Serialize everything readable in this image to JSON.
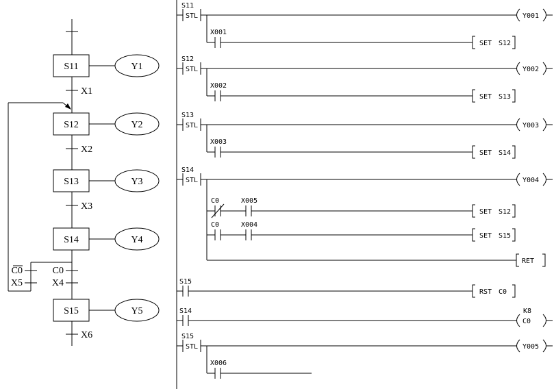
{
  "figure": {
    "background": "#ffffff",
    "line_color": "#000000"
  },
  "sfc": {
    "states": [
      "S11",
      "S12",
      "S13",
      "S14",
      "S15"
    ],
    "outputs": [
      "Y1",
      "Y2",
      "Y3",
      "Y4",
      "Y5"
    ],
    "transitions": [
      "X1",
      "X2",
      "X3",
      "X6"
    ],
    "branch_left": {
      "cond1": "C0",
      "cond1_negated": true,
      "cond2": "X5"
    },
    "branch_right": {
      "cond1": "C0",
      "cond2": "X4"
    }
  },
  "ladder": {
    "stl": "STL",
    "rungs": {
      "r1": {
        "step": "S11",
        "coil": "Y001",
        "contact": "X001",
        "op": "SET",
        "arg": "S12"
      },
      "r2": {
        "step": "S12",
        "coil": "Y002",
        "contact": "X002",
        "op": "SET",
        "arg": "S13"
      },
      "r3": {
        "step": "S13",
        "coil": "Y003",
        "contact": "X003",
        "op": "SET",
        "arg": "S14"
      },
      "r4": {
        "step": "S14",
        "coil": "Y004",
        "b1": {
          "c1": "C0",
          "c1_normally_closed": true,
          "c2": "X005",
          "op": "SET",
          "arg": "S12"
        },
        "b2": {
          "c1": "C0",
          "c2": "X004",
          "op": "SET",
          "arg": "S15"
        },
        "ret": "RET"
      },
      "r5": {
        "step": "S15",
        "op": "RST",
        "arg": "C0"
      },
      "r6": {
        "step": "S14",
        "preset": "K8",
        "coil": "C0"
      },
      "r7": {
        "step": "S15",
        "coil": "Y005",
        "contact": "X006"
      }
    }
  }
}
